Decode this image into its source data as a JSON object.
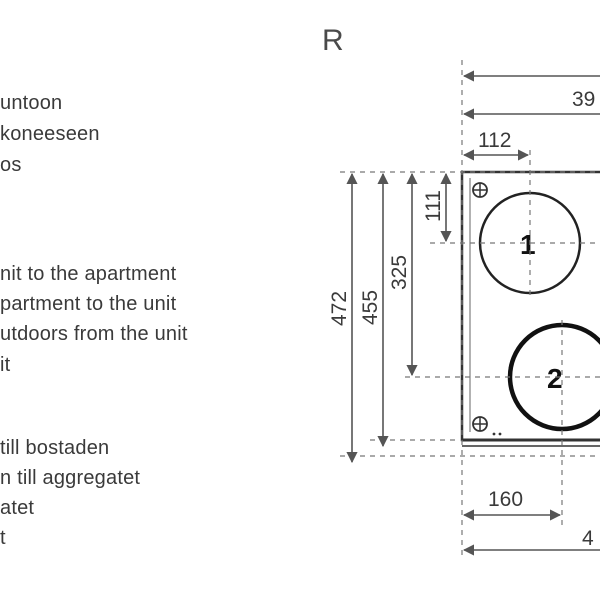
{
  "legend": {
    "fi": [
      "untoon",
      "koneeseen",
      "os"
    ],
    "en": [
      "nit to the apartment",
      "partment to the unit",
      "utdoors from the unit",
      "it"
    ],
    "sv": [
      "till bostaden",
      "n till aggregatet",
      "atet",
      "t"
    ]
  },
  "diagram": {
    "side_label": "R",
    "dims": {
      "top_total": "39",
      "offset_112": "112",
      "h111": "111",
      "h325": "325",
      "h455": "455",
      "h472": "472",
      "bottom_160": "160",
      "bottom_total": "4"
    },
    "ports": [
      "1",
      "2"
    ]
  }
}
